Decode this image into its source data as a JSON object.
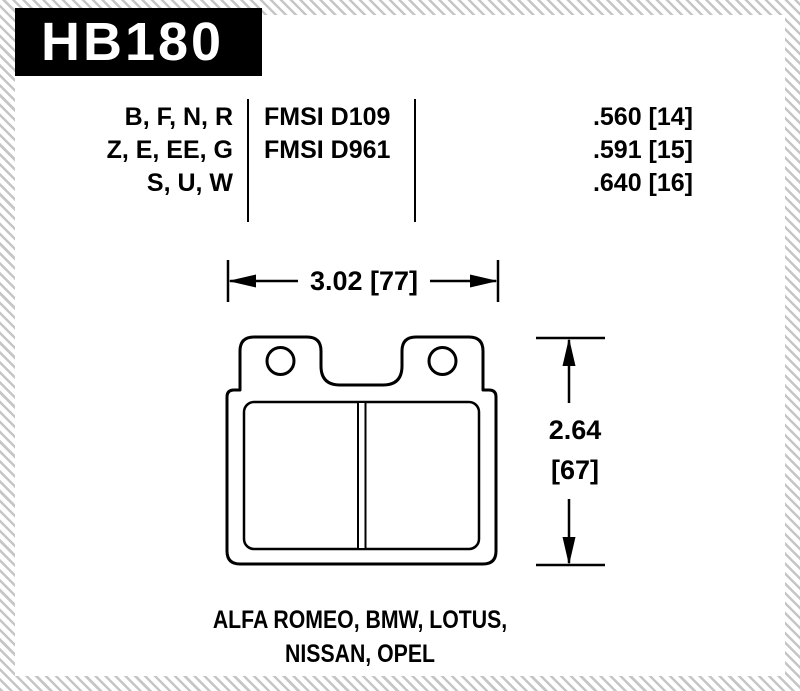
{
  "header": {
    "part_number": "HB180"
  },
  "colors": {
    "ink": "#000000",
    "paper": "#ffffff",
    "border_stripe": "#c6c6c6",
    "header_bg": "#000000",
    "header_fg": "#ffffff"
  },
  "spec_table": {
    "rows": [
      {
        "compounds": "B, F, N, R",
        "fmsi": "FMSI D109",
        "thickness": ".560 [14]"
      },
      {
        "compounds": "Z, E, EE, G",
        "fmsi": "FMSI D961",
        "thickness": ".591 [15]"
      },
      {
        "compounds": "S, U, W",
        "fmsi": "",
        "thickness": ".640 [16]"
      }
    ]
  },
  "dimensions": {
    "width_label": "3.02 [77]",
    "height_label_in": "2.64",
    "height_label_mm": "[67]"
  },
  "applications": {
    "line1": "ALFA ROMEO, BMW, LOTUS,",
    "line2": "NISSAN, OPEL"
  }
}
